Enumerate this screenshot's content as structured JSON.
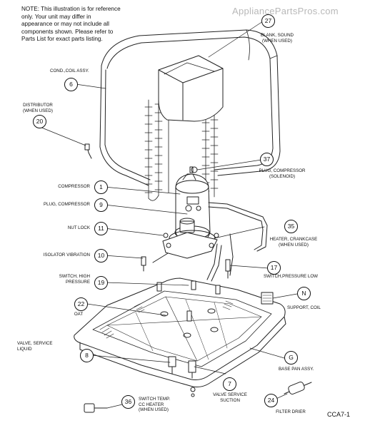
{
  "note": "NOTE: This illustration is for reference only. Your unit may differ in appearance or may not include all components shown. Please refer to Parts List for exact parts listing.",
  "watermark": "AppliancePartsPros.com",
  "diagram_code": "CCA7-1",
  "labels": {
    "blank_sound": [
      "BLANK, SOUND",
      "(WHEN USED)"
    ],
    "cond_coil": [
      "COND.,COIL ASSY."
    ],
    "distributor": [
      "DISTRIBUTOR",
      "(WHEN USED)"
    ],
    "plug_compressor_solenoid": [
      "PLUG, COMPRESSOR",
      "(SOLENOID)"
    ],
    "compressor": [
      "COMPRESSOR"
    ],
    "plug_compressor": [
      "PLUG, COMPRESSOR"
    ],
    "nut_lock": [
      "NUT LOCK"
    ],
    "heater_crankcase": [
      "HEATER, CRANKCASE",
      "(WHEN USED)"
    ],
    "isolator_vibration": [
      "ISOLATOR VIBRATION"
    ],
    "switch_pressure_low": [
      "SWITCH,PRESSURE LOW"
    ],
    "switch_high_pressure": [
      "SWITCH, HIGH",
      "PRESSURE"
    ],
    "support_coil": [
      "SUPPORT, COIL"
    ],
    "oat": [
      "OAT"
    ],
    "valve_service_liquid": [
      "VALVE, SERVICE",
      "LIQUID"
    ],
    "base_pan": [
      "BASE PAN ASSY."
    ],
    "valve_service_suction": [
      "VALVE SERVICE",
      "SUCTION"
    ],
    "switch_temp": [
      "SWITCH TEMP.",
      "CC HEATER",
      "(WHEN USED)"
    ],
    "filter_drier": [
      "FILTER DRIER"
    ]
  },
  "callouts": {
    "c27": "27",
    "c6": "6",
    "c20": "20",
    "c37": "37",
    "c1": "1",
    "c9": "9",
    "c11": "11",
    "c35": "35",
    "c10": "10",
    "c17": "17",
    "c19": "19",
    "cN": "N",
    "c22": "22",
    "c8": "8",
    "cG": "G",
    "c7": "7",
    "c36": "36",
    "c24": "24"
  }
}
